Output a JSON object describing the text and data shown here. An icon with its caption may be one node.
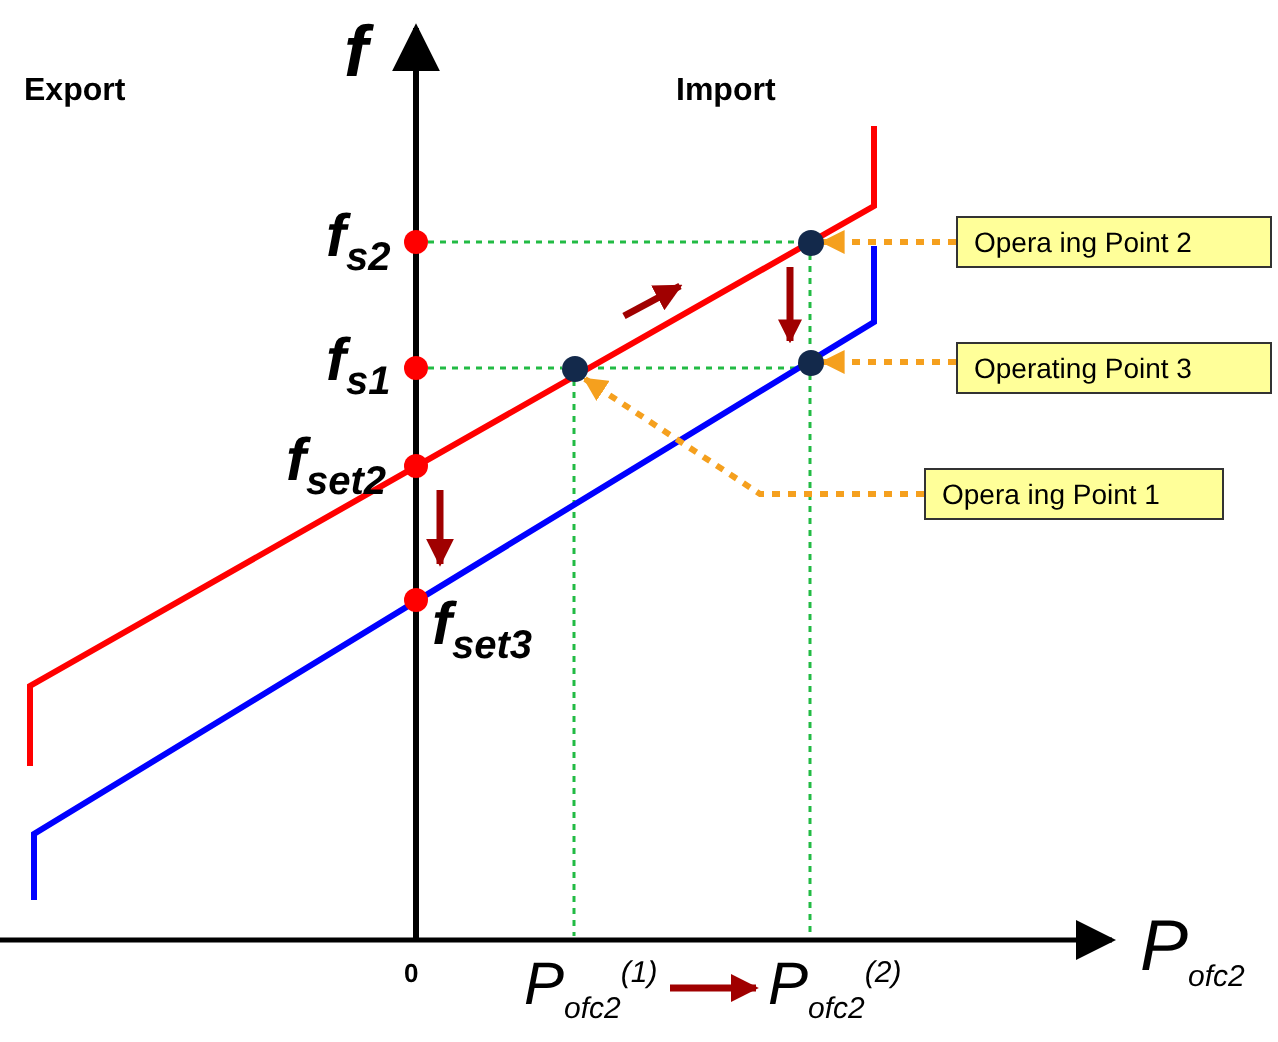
{
  "diagram": {
    "nodes": [
      {
        "text": [
          "Opera ing Point 2"
        ]
      },
      {
        "text": [
          "Operating Point 3"
        ]
      },
      {
        "text": [
          "Opera ing Point 1"
        ]
      },
      {
        "text": [],
        "shape": "circle"
      },
      {
        "text": [],
        "shape": "circle"
      },
      {
        "text": [],
        "shape": "circle"
      }
    ],
    "edges": [
      {
        "from": 0,
        "to": 4,
        "arrow": "to",
        "style": "dashed",
        "color": "#f5a01e"
      },
      {
        "from": 1,
        "to": 5,
        "arrow": "to",
        "style": "dashed",
        "color": "#f5a01e"
      },
      {
        "from": 2,
        "to": 3,
        "arrow": "to",
        "style": "dashed",
        "color": "#f5a01e"
      },
      {
        "from": 4,
        "to": 5,
        "arrow": "to",
        "color": "#a00000"
      }
    ],
    "labels": [
      "Export",
      "f",
      "Import",
      "f$_{s2}$",
      "f$_{s1}$",
      "f$_{set2}$",
      "f$_{set3}$",
      "P$_{ofc2}$",
      "0",
      "P$_{ofc2}$$^{(1)}$",
      "P$_{ofc2}$$^{(2)}$"
    ]
  }
}
